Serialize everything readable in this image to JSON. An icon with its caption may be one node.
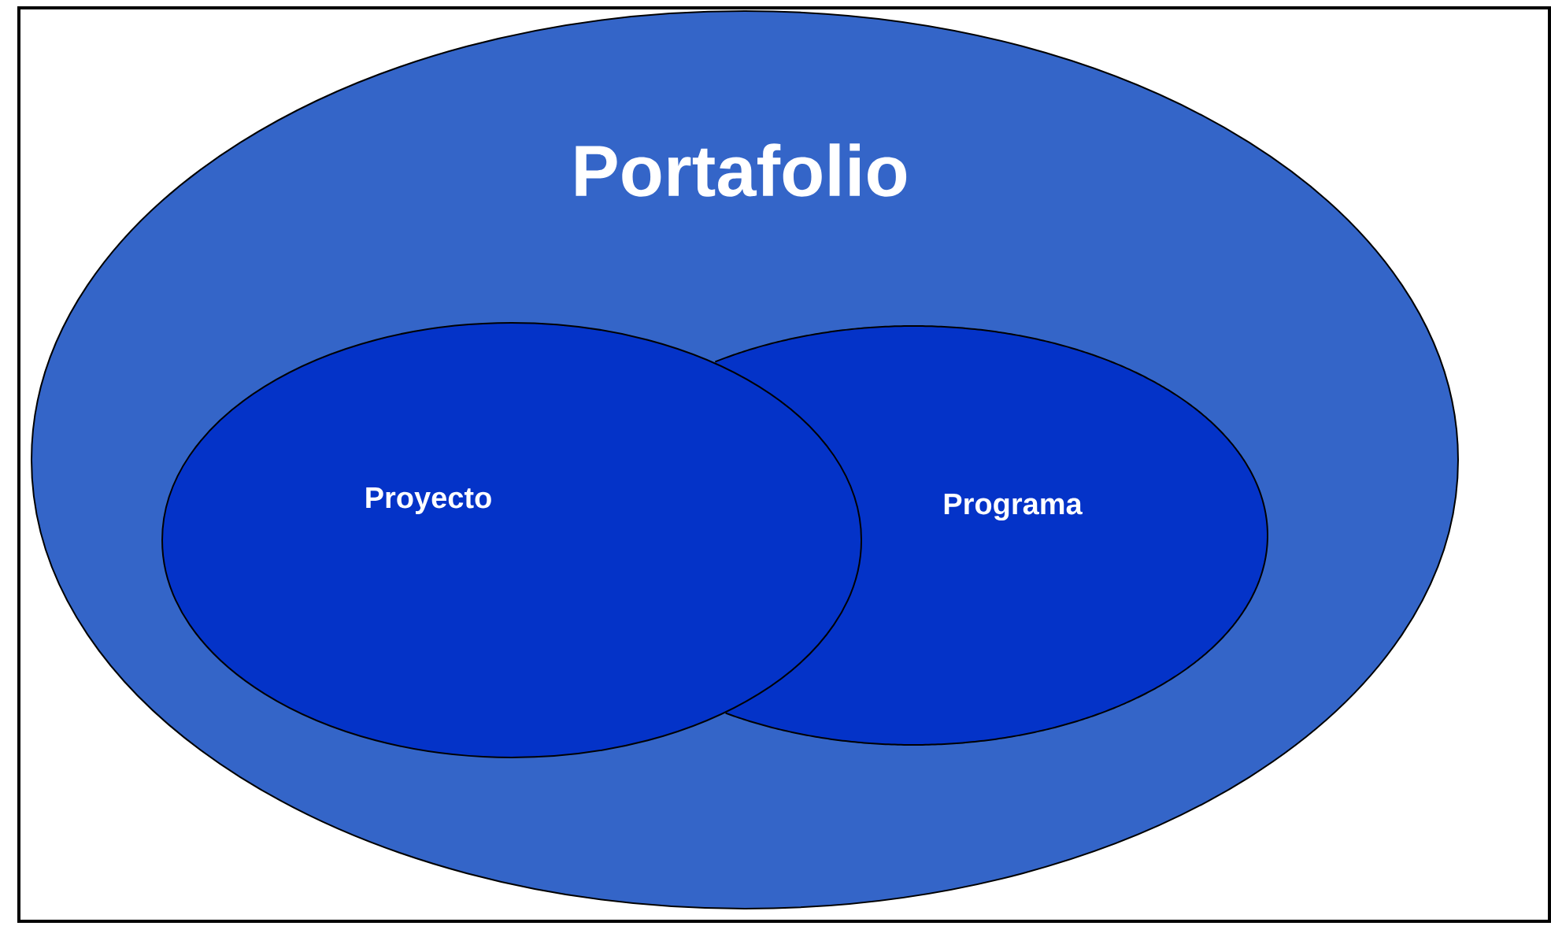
{
  "diagram": {
    "nodes": [
      {
        "text": [
          "Portafolio"
        ]
      },
      {
        "text": [
          "Proyecto"
        ],
        "in": 0
      },
      {
        "text": [
          "Programa"
        ],
        "in": 0
      }
    ]
  }
}
